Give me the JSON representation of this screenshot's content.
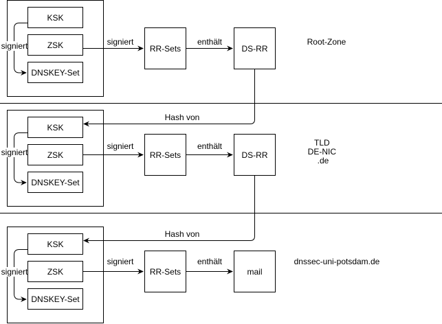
{
  "zones": [
    {
      "id": "root",
      "label_lines": [
        "Root-Zone"
      ],
      "keys": {
        "ksk": "KSK",
        "zsk": "ZSK",
        "dnskey": "DNSKEY-Set"
      },
      "self_sign_label": "signiert",
      "sign_label": "signiert",
      "rrsets": "RR-Sets",
      "contains_label": "enthält",
      "target": "DS-RR"
    },
    {
      "id": "tld",
      "label_lines": [
        "TLD",
        "DE-NIC",
        ".de"
      ],
      "keys": {
        "ksk": "KSK",
        "zsk": "ZSK",
        "dnskey": "DNSKEY-Set"
      },
      "self_sign_label": "signiert",
      "sign_label": "signiert",
      "rrsets": "RR-Sets",
      "contains_label": "enthält",
      "target": "DS-RR",
      "hash_label": "Hash von"
    },
    {
      "id": "domain",
      "label_lines": [
        "dnssec-uni-potsdam.de"
      ],
      "keys": {
        "ksk": "KSK",
        "zsk": "ZSK",
        "dnskey": "DNSKEY-Set"
      },
      "self_sign_label": "signiert",
      "sign_label": "signiert",
      "rrsets": "RR-Sets",
      "contains_label": "enthält",
      "target": "mail",
      "hash_label": "Hash von"
    }
  ],
  "colors": {
    "stroke": "#000000",
    "background": "#ffffff"
  }
}
